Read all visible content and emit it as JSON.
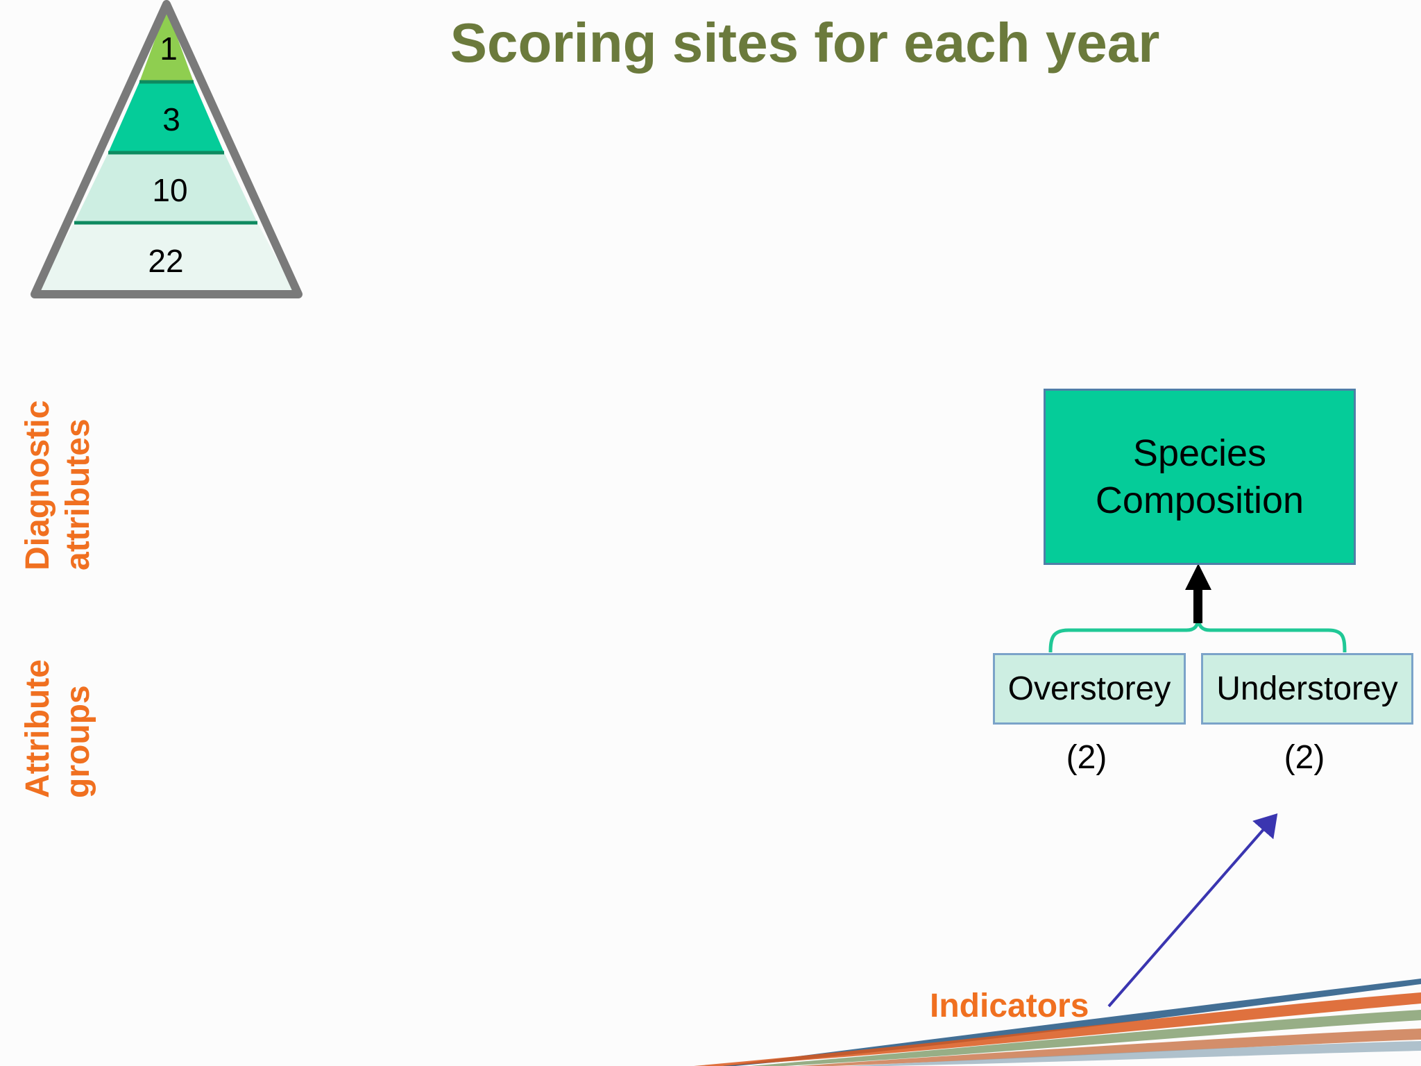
{
  "title": "Scoring sites for each year",
  "pyramid": {
    "levels": [
      {
        "value": "1",
        "color": "#8fce50"
      },
      {
        "value": "3",
        "color": "#05cc99"
      },
      {
        "value": "10",
        "color": "#cdeee2"
      },
      {
        "value": "22",
        "color": "#e8f6f1"
      }
    ],
    "outline_color": "#7a7a7a"
  },
  "side_labels": {
    "diagnostic": [
      "Diagnostic",
      "attributes"
    ],
    "attribute_groups": [
      "Attribute",
      "groups"
    ]
  },
  "diagram": {
    "main_box": [
      "Species",
      "Composition"
    ],
    "groups": [
      {
        "label": "Overstorey",
        "count": "(2)"
      },
      {
        "label": "Understorey",
        "count": "(2)"
      }
    ],
    "indicators_label": "Indicators"
  },
  "colors": {
    "title": "#6b7a3c",
    "accent_orange": "#f07020",
    "teal": "#05cc99",
    "light_teal": "#cdeee2",
    "arrow_blue": "#3a35b0",
    "bracket": "#20c896"
  }
}
